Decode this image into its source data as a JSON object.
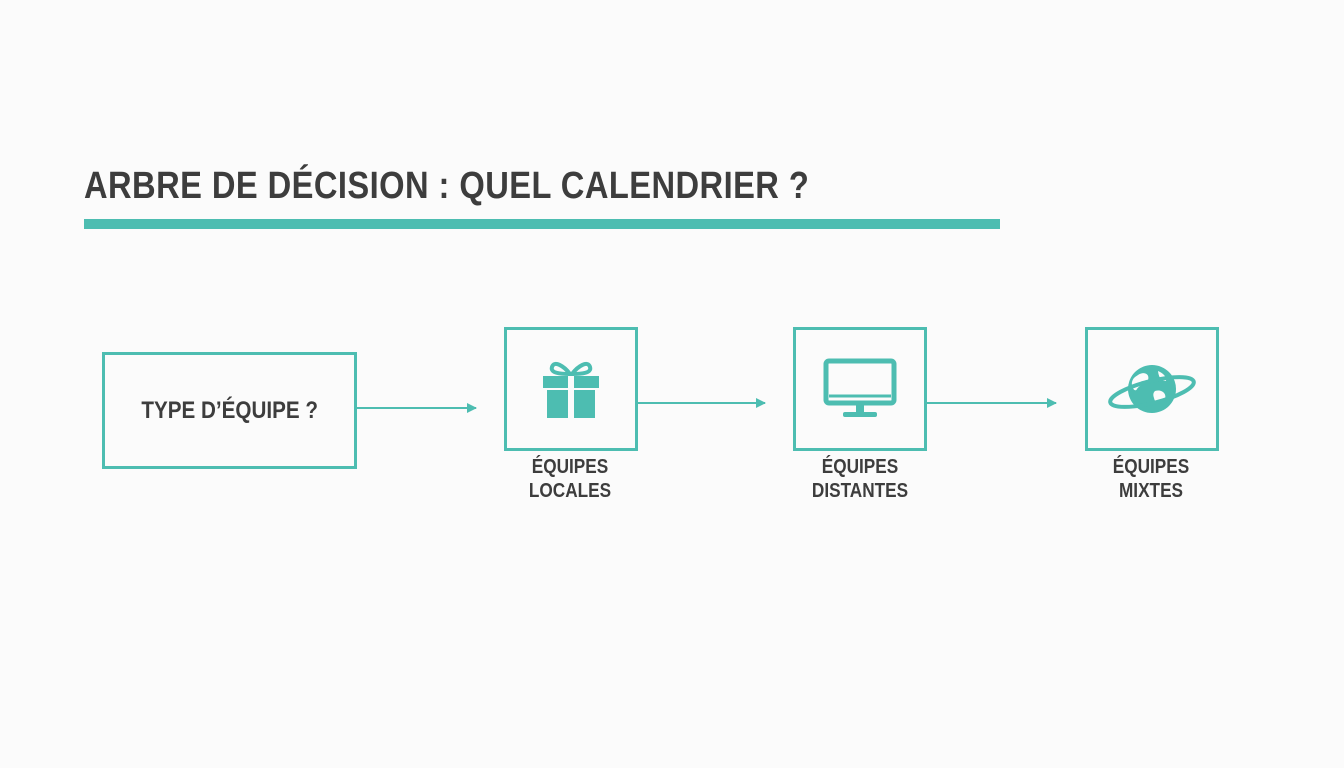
{
  "title": "ARBRE DE DÉCISION : QUEL CALENDRIER ?",
  "accent_color": "#4dbdb1",
  "start_node": {
    "label": "TYPE D’ÉQUIPE ?"
  },
  "options": [
    {
      "icon": "gift-icon",
      "line1": "ÉQUIPES",
      "line2": "LOCALES"
    },
    {
      "icon": "monitor-icon",
      "line1": "ÉQUIPES",
      "line2": "DISTANTES"
    },
    {
      "icon": "globe-icon",
      "line1": "ÉQUIPES",
      "line2": "MIXTES"
    }
  ]
}
